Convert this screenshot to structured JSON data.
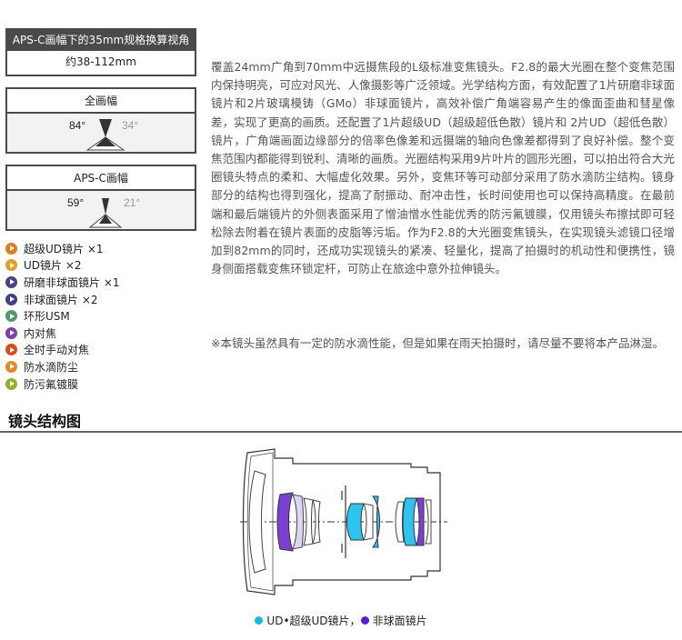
{
  "equiv": {
    "heading": "APS-C画幅下的35mm规格换算视角",
    "value": "约38-112mm"
  },
  "full_frame": {
    "title": "全画幅",
    "wide_angle": "84°",
    "tele_angle": "34°"
  },
  "apsc": {
    "title": "APS-C画幅",
    "wide_angle": "59°",
    "tele_angle": "21°"
  },
  "features": [
    {
      "label": "超级UD镜片 ×1",
      "color": "#e07b20"
    },
    {
      "label": "UD镜片 ×2",
      "color": "#e0a020"
    },
    {
      "label": "研磨非球面镜片 ×1",
      "color": "#4a3f8c"
    },
    {
      "label": "非球面镜片 ×2",
      "color": "#3f3f8c"
    },
    {
      "label": "环形USM",
      "color": "#4f9a6a"
    },
    {
      "label": "内对焦",
      "color": "#7b3fb0"
    },
    {
      "label": "全时手动对焦",
      "color": "#d94d1a"
    },
    {
      "label": "防水滴防尘",
      "color": "#e8862a"
    },
    {
      "label": "防污氟镀膜",
      "color": "#8fb02a"
    }
  ],
  "description": "覆盖24mm广角到70mm中远摄焦段的L级标准变焦镜头。F2.8的最大光圈在整个变焦范围内保持明亮，可应对风光、人像摄影等广泛领域。光学结构方面，有效配置了1片研磨非球面镜片和2片玻璃模铸（GMo）非球面镜片，高效补偿广角端容易产生的像面歪曲和彗星像差，实现了更高的画质。还配置了1片超级UD（超级超低色散）镜片和 2片UD（超低色散）镜片，广角端画面边缘部分的倍率色像差和远摄端的轴向色像差都得到了良好补偿。整个变焦范围内都能得到锐利、清晰的画质。光圈结构采用9片叶片的圆形光圈，可以拍出符合大光圈镜头特点的柔和、大幅虚化效果。另外，变焦环等可动部分采用了防水滴防尘结构。镜身部分的结构也得到强化，提高了耐振动、耐冲击性，长时间使用也可以保持高精度。在最前端和最后端镜片的外侧表面采用了憎油憎水性能优秀的防污氟镀膜，仅用镜头布擦拭即可轻松除去附着在镜片表面的皮脂等污垢。作为F2.8的大光圈变焦镜头，在实现镜头滤镜口径增加到82mm的同时，还成功实现镜头的紧凑、轻量化，提高了拍摄时的机动性和便携性，镜身侧面搭载变焦环锁定杆，可防止在旅途中意外拉伸镜头。",
  "note": "※本镜头虽然具有一定的防水滴性能，但是如果在雨天拍摄时，请尽量不要将本产品淋湿。",
  "section": {
    "title": "镜头结构图"
  },
  "caption": {
    "ud_label": "UD•超级UD镜片，",
    "asph_label": "非球面镜片",
    "ud_color": "#1ab8e8",
    "asph_color": "#5b1ed6"
  }
}
